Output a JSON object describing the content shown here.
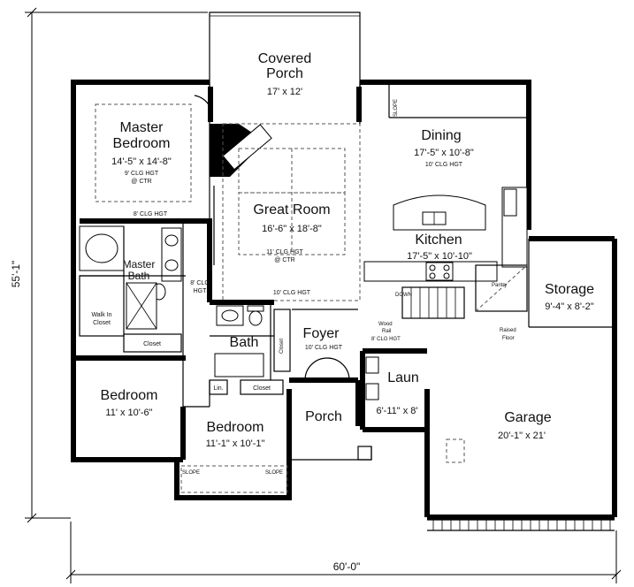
{
  "plan": {
    "overall_depth": "55'-1\"",
    "overall_width": "60'-0\"",
    "rooms": {
      "covered_porch": {
        "name_line1": "Covered",
        "name_line2": "Porch",
        "size": "17' x 12'"
      },
      "master_bedroom": {
        "name_line1": "Master",
        "name_line2": "Bedroom",
        "size": "14'-5\" x 14'-8\"",
        "clg1": "9' CLG HGT",
        "clg2": "@ CTR"
      },
      "master_clg_note": "8' CLG HGT",
      "great_room": {
        "name": "Great Room",
        "size": "16'-6\" x 18'-8\"",
        "clg1": "11' CLG HGT",
        "clg2": "@ CTR",
        "clg3": "10' CLG HGT"
      },
      "dining": {
        "name": "Dining",
        "size": "17'-5\" x 10'-8\"",
        "clg": "10' CLG HGT",
        "slope": "SLOPE"
      },
      "kitchen": {
        "name": "Kitchen",
        "size": "17'-5\" x 10'-10\""
      },
      "master_bath": {
        "name_line1": "Master",
        "name_line2": "Bath"
      },
      "hall_clg": {
        "line1": "8' CLG",
        "line2": "HGT"
      },
      "walk_in_closet": {
        "line1": "Walk In",
        "line2": "Closet"
      },
      "closet_a": "Closet",
      "closet_b": "Closet",
      "closet_c": "Closet",
      "linen": "Lin.",
      "bath": {
        "name": "Bath"
      },
      "foyer": {
        "name": "Foyer",
        "clg": "10' CLG HGT"
      },
      "wood_rail": {
        "line1": "Wood",
        "line2": "Rail",
        "line3": "8' CLG HGT"
      },
      "down": "DOWN",
      "pantry": "Pantry",
      "raised_floor": {
        "line1": "Raised",
        "line2": "Floor"
      },
      "storage": {
        "name": "Storage",
        "size": "9'-4\" x 8'-2\""
      },
      "laun": {
        "name": "Laun",
        "size": "6'-11\" x 8'"
      },
      "garage": {
        "name": "Garage",
        "size": "20'-1\" x 21'"
      },
      "porch": {
        "name": "Porch"
      },
      "bedroom_left": {
        "name": "Bedroom",
        "size": "11' x 10'-6\""
      },
      "bedroom_center": {
        "name": "Bedroom",
        "size": "11'-1\" x 10'-1\"",
        "slope_left": "SLOPE",
        "slope_right": "SLOPE"
      }
    }
  }
}
